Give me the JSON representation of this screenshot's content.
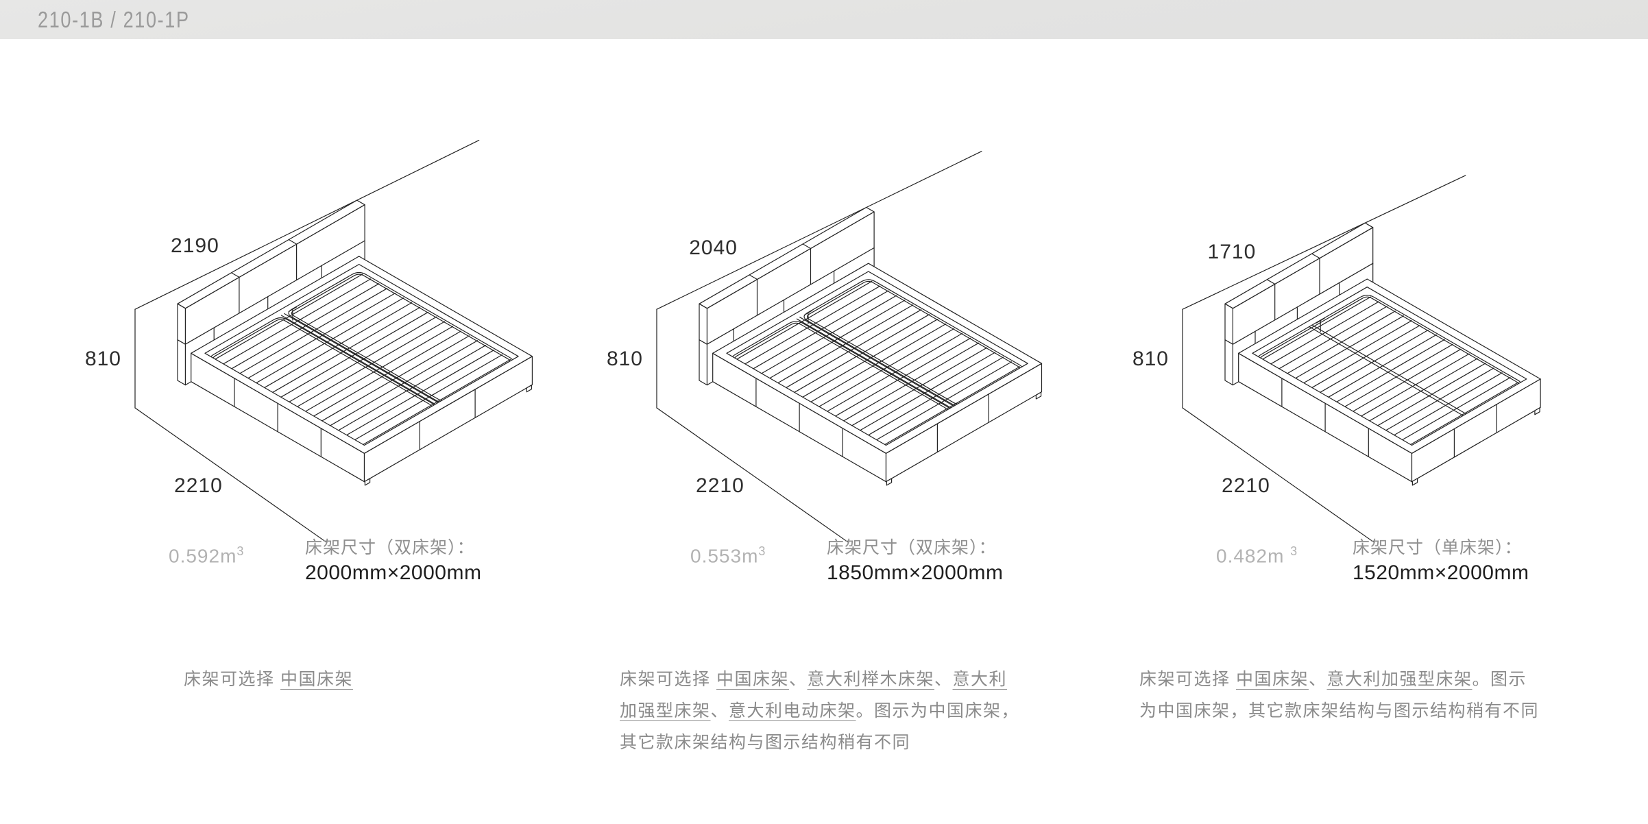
{
  "header": {
    "title": "210-1B / 210-1P"
  },
  "beds": [
    {
      "dim_top": "2190",
      "dim_height": "810",
      "dim_length": "2210",
      "volume": "0.592m",
      "volume_sup": "3",
      "spec_title": "床架尺寸（双床架）：",
      "spec_size": "2000mm×2000mm",
      "note_lines": [
        [
          {
            "t": "床架可选择 ",
            "u": false
          },
          {
            "t": "中国床架",
            "u": true
          }
        ]
      ]
    },
    {
      "dim_top": "2040",
      "dim_height": "810",
      "dim_length": "2210",
      "volume": "0.553m",
      "volume_sup": "3",
      "spec_title": "床架尺寸（双床架）：",
      "spec_size": "1850mm×2000mm",
      "note_lines": [
        [
          {
            "t": "床架可选择 ",
            "u": false
          },
          {
            "t": "中国床架",
            "u": true
          },
          {
            "t": "、",
            "u": false
          },
          {
            "t": "意大利榉木床架",
            "u": true
          },
          {
            "t": "、",
            "u": false
          },
          {
            "t": "意大利",
            "u": true
          }
        ],
        [
          {
            "t": "加强型床架",
            "u": true
          },
          {
            "t": "、",
            "u": false
          },
          {
            "t": "意大利电动床架",
            "u": true
          },
          {
            "t": "。图示为中国床架，",
            "u": false
          }
        ],
        [
          {
            "t": "其它款床架结构与图示结构稍有不同",
            "u": false
          }
        ]
      ]
    },
    {
      "dim_top": "1710",
      "dim_height": "810",
      "dim_length": "2210",
      "volume": "0.482m ",
      "volume_sup": "3",
      "spec_title": "床架尺寸（单床架）：",
      "spec_size": "1520mm×2000mm",
      "note_lines": [
        [
          {
            "t": "床架可选择 ",
            "u": false
          },
          {
            "t": "中国床架",
            "u": true
          },
          {
            "t": "、",
            "u": false
          },
          {
            "t": "意大利加强型床架",
            "u": true
          },
          {
            "t": "。图示",
            "u": false
          }
        ],
        [
          {
            "t": "为中国床架，其它款床架结构与图示结构稍有不同",
            "u": false
          }
        ]
      ]
    }
  ]
}
